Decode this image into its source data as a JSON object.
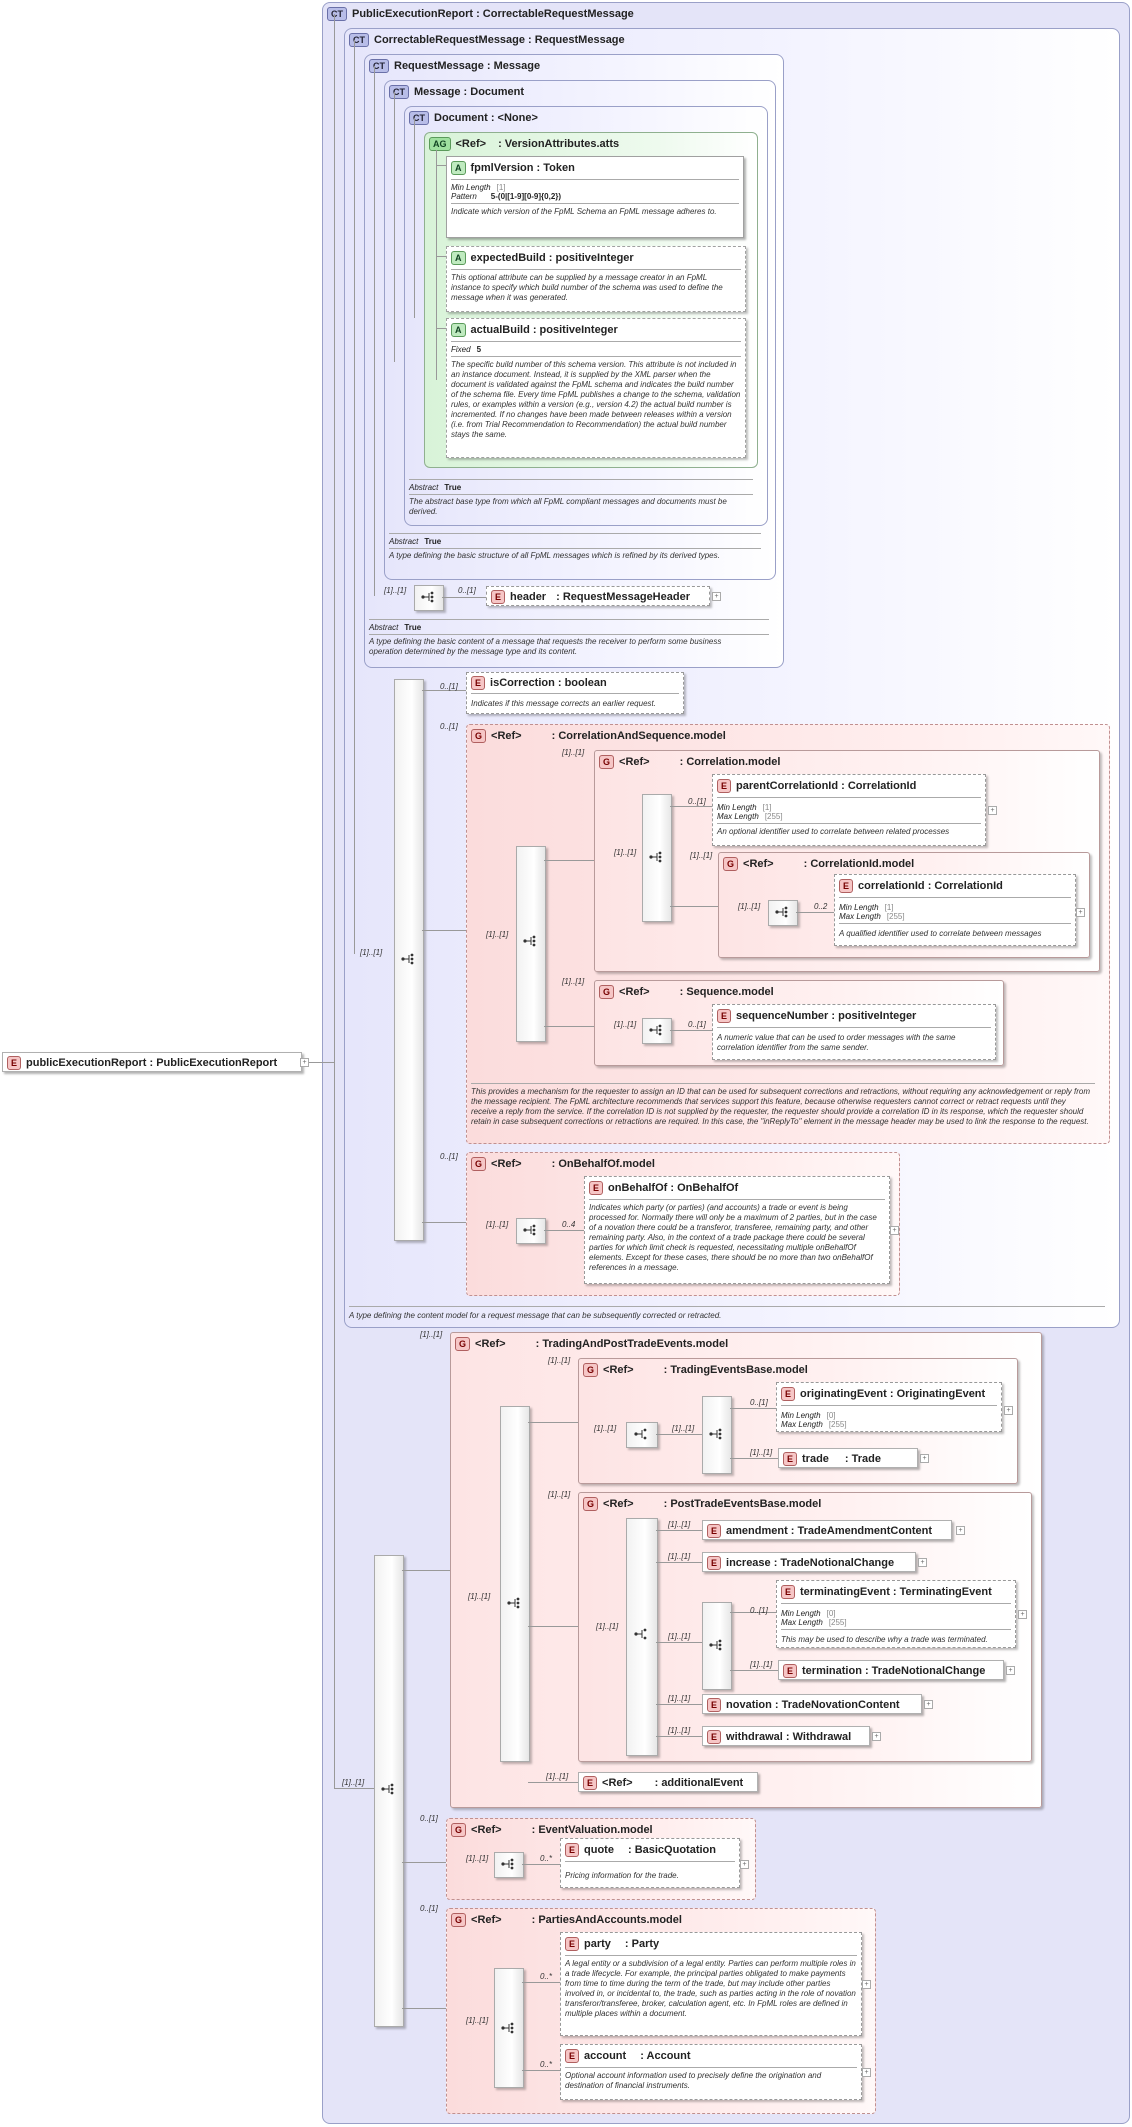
{
  "root": {
    "badge": "E",
    "label": "publicExecutionReport : PublicExecutionReport"
  },
  "ct_main": {
    "badge": "CT",
    "title": "PublicExecutionReport : CorrectableRequestMessage"
  },
  "ct_correctable": {
    "badge": "CT",
    "title": "CorrectableRequestMessage : RequestMessage",
    "doc": "A type defining the content model for a request message that can be subsequently corrected or retracted."
  },
  "ct_request": {
    "badge": "CT",
    "title": "RequestMessage : Message",
    "abstract_label": "Abstract",
    "abstract_value": "True",
    "doc": "A type defining the basic content of a message that requests the receiver to perform some business operation determined by the message type and its content."
  },
  "ct_message": {
    "badge": "CT",
    "title": "Message : Document",
    "abstract_label": "Abstract",
    "abstract_value": "True",
    "doc": "A type defining the basic structure of all FpML messages which is refined by its derived types."
  },
  "ct_document": {
    "badge": "CT",
    "title": "Document : <None>",
    "abstract_label": "Abstract",
    "abstract_value": "True",
    "doc": "The abstract base type from which all FpML compliant messages and documents must be derived."
  },
  "ag_version": {
    "badge": "AG",
    "ref": "<Ref>",
    "title": ": VersionAttributes.atts"
  },
  "attr_fpml": {
    "badge": "A",
    "title": "fpmlVersion : Token",
    "p1_label": "Min Length",
    "p1_value": "[1]",
    "p2_label": "Pattern",
    "p2_value": "5-(0|[1-9][0-9]{0,2})",
    "doc": "Indicate which version of the FpML Schema an FpML message adheres to."
  },
  "attr_expected": {
    "badge": "A",
    "title": "expectedBuild : positiveInteger",
    "doc": "This optional attribute can be supplied by a message creator in an FpML instance to specify which build number of the schema was used to define the message when it was generated."
  },
  "attr_actual": {
    "badge": "A",
    "title": "actualBuild : positiveInteger",
    "p1_label": "Fixed",
    "p1_value": "5",
    "doc": "The specific build number of this schema version. This attribute is not included in an instance document. Instead, it is supplied by the XML parser when the document is validated against the FpML schema and indicates the build number of the schema file. Every time FpML publishes a change to the schema, validation rules, or examples within a version (e.g., version 4.2) the actual build number is incremented. If no changes have been made between releases within a version (i.e. from Trial Recommendation to Recommendation) the actual build number stays the same."
  },
  "header": {
    "badge": "E",
    "name": "header",
    "type": ": RequestMessageHeader",
    "card_seq": "[1]..[1]",
    "card": "0..[1]"
  },
  "isCorrection": {
    "badge": "E",
    "title": "isCorrection : boolean",
    "card": "0..[1]",
    "doc": "Indicates if this message corrects an earlier request."
  },
  "corrSeq": {
    "badge": "G",
    "ref": "<Ref>",
    "title": ": CorrelationAndSequence.model",
    "card": "0..[1]",
    "seq_card": "[1]..[1]",
    "doc": "This provides a mechanism for the requester to assign an ID that can be used for subsequent corrections and retractions, without requiring any acknowledgement or reply from the message recipient. The FpML architecture recommends that services support this feature, because otherwise requesters cannot correct or retract requests until they receive a reply from the service. If the correlation ID is not supplied by the requester, the requester should provide a correlation ID in its response, which the requester should retain in case subsequent corrections or retractions are required. In this case, the \"inReplyTo\" element in the message header may be used to link the response to the request."
  },
  "correlation": {
    "badge": "G",
    "ref": "<Ref>",
    "title": ": Correlation.model",
    "card": "[1]..[1]",
    "seq_card": "[1]..[1]"
  },
  "parentCorr": {
    "badge": "E",
    "title": "parentCorrelationId : CorrelationId",
    "card": "0..[1]",
    "p1_label": "Min Length",
    "p1_value": "[1]",
    "p2_label": "Max Length",
    "p2_value": "[255]",
    "doc": "An optional identifier used to correlate between related processes"
  },
  "corrIdModel": {
    "badge": "G",
    "ref": "<Ref>",
    "title": ": CorrelationId.model",
    "card": "[1]..[1]",
    "seq_card": "[1]..[1]"
  },
  "corrId": {
    "badge": "E",
    "title": "correlationId : CorrelationId",
    "card": "0..2",
    "p1_label": "Min Length",
    "p1_value": "[1]",
    "p2_label": "Max Length",
    "p2_value": "[255]",
    "doc": "A qualified identifier used to correlate between messages"
  },
  "sequenceModel": {
    "badge": "G",
    "ref": "<Ref>",
    "title": ": Sequence.model",
    "card": "[1]..[1]",
    "seq_card": "[1]..[1]"
  },
  "seqNumber": {
    "badge": "E",
    "title": "sequenceNumber : positiveInteger",
    "card": "0..[1]",
    "doc": "A numeric value that can be used to order messages with the same correlation identifier from the same sender."
  },
  "onBehalfModel": {
    "badge": "G",
    "ref": "<Ref>",
    "title": ": OnBehalfOf.model",
    "card": "0..[1]",
    "seq_card": "[1]..[1]"
  },
  "onBehalf": {
    "badge": "E",
    "title": "onBehalfOf : OnBehalfOf",
    "card": "0..4",
    "doc": "Indicates which party (or parties) (and accounts) a trade or event is being processed for. Normally there will only be a maximum of 2 parties, but in the case of a novation there could be a transferor, transferee, remaining party, and other remaining party. Also, in the context of a trade package there could be several parties for which limit check is requested, necessitating multiple onBehalfOf elements. Except for these cases, there should be no more than two onBehalfOf references in a message."
  },
  "outerSeqCards": {
    "a": "[1]..[1]",
    "b": "[1]..[1]"
  },
  "tradingPost": {
    "badge": "G",
    "ref": "<Ref>",
    "title": ": TradingAndPostTradeEvents.model",
    "card": "[1]..[1]",
    "seq_card": "[1]..[1]"
  },
  "tradingBase": {
    "badge": "G",
    "ref": "<Ref>",
    "title": ": TradingEventsBase.model",
    "card": "[1]..[1]",
    "choice_card": "[1]..[1]",
    "seq_card": "[1]..[1]"
  },
  "origEvent": {
    "badge": "E",
    "title": "originatingEvent : OriginatingEvent",
    "card": "0..[1]",
    "p1_label": "Min Length",
    "p1_value": "[0]",
    "p2_label": "Max Length",
    "p2_value": "[255]"
  },
  "trade": {
    "badge": "E",
    "name": "trade",
    "type": ": Trade",
    "card": "[1]..[1]"
  },
  "postBase": {
    "badge": "G",
    "ref": "<Ref>",
    "title": ": PostTradeEventsBase.model",
    "card": "[1]..[1]",
    "choice_card": "[1]..[1]"
  },
  "amendment": {
    "badge": "E",
    "title": "amendment : TradeAmendmentContent",
    "card": "[1]..[1]"
  },
  "increase": {
    "badge": "E",
    "title": "increase : TradeNotionalChange",
    "card": "[1]..[1]"
  },
  "termSeqCard": "[1]..[1]",
  "termEvent": {
    "badge": "E",
    "title": "terminatingEvent : TerminatingEvent",
    "card": "0..[1]",
    "p1_label": "Min Length",
    "p1_value": "[0]",
    "p2_label": "Max Length",
    "p2_value": "[255]",
    "doc": "This may be used to describe why a trade was terminated."
  },
  "termination": {
    "badge": "E",
    "title": "termination : TradeNotionalChange",
    "card": "[1]..[1]"
  },
  "novation": {
    "badge": "E",
    "title": "novation : TradeNovationContent",
    "card": "[1]..[1]"
  },
  "withdrawal": {
    "badge": "E",
    "title": "withdrawal : Withdrawal",
    "card": "[1]..[1]"
  },
  "additional": {
    "badge": "E",
    "ref": "<Ref>",
    "title": ": additionalEvent",
    "card": "[1]..[1]"
  },
  "evalModel": {
    "badge": "G",
    "ref": "<Ref>",
    "title": ": EventValuation.model",
    "card": "0..[1]",
    "seq_card": "[1]..[1]"
  },
  "quote": {
    "badge": "E",
    "name": "quote",
    "type": ": BasicQuotation",
    "card": "0..*",
    "doc": "Pricing information for the trade."
  },
  "partiesModel": {
    "badge": "G",
    "ref": "<Ref>",
    "title": ": PartiesAndAccounts.model",
    "card": "0..[1]",
    "seq_card": "[1]..[1]"
  },
  "party": {
    "badge": "E",
    "name": "party",
    "type": ": Party",
    "card": "0..*",
    "doc": "A legal entity or a subdivision of a legal entity. Parties can perform multiple roles in a trade lifecycle. For example, the principal parties obligated to make payments from time to time during the term of the trade, but may include other parties involved in, or incidental to, the trade, such as parties acting in the role of novation transferor/transferee, broker, calculation agent, etc. In FpML roles are defined in multiple places within a document."
  },
  "account": {
    "badge": "E",
    "name": "account",
    "type": ": Account",
    "card": "0..*",
    "doc": "Optional account information used to precisely define the origination and destination of financial instruments."
  },
  "colors": {
    "ct": "#e4e4f8",
    "group": "#fbdcdc",
    "attrGroup": "#d8f3d8",
    "line": "#999999"
  },
  "icons": {
    "sequence": "sequence-compositor-icon",
    "choice": "choice-compositor-icon",
    "expand": "expand-plus-icon"
  }
}
